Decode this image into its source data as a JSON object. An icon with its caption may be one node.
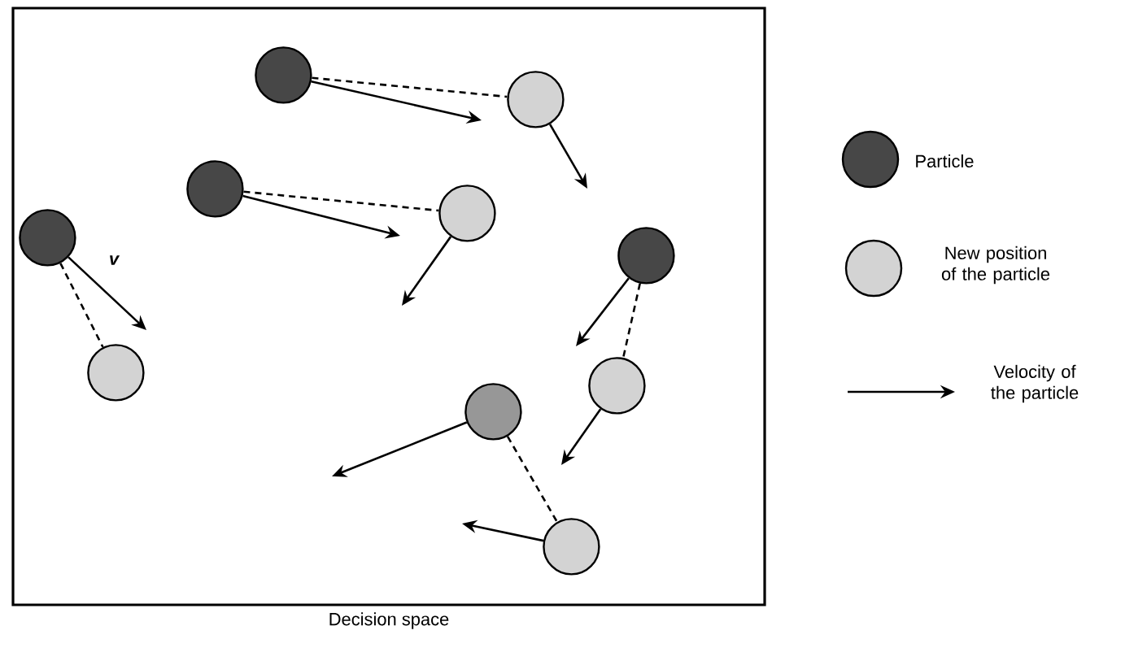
{
  "diagram": {
    "nodes": [
      {
        "text": [
          "Decision space"
        ]
      },
      {
        "text": [],
        "shape": "circle",
        "in": 0
      },
      {
        "text": [],
        "shape": "circle",
        "in": 0
      },
      {
        "text": [],
        "shape": "circle",
        "in": 0
      },
      {
        "text": [],
        "shape": "circle",
        "in": 0
      },
      {
        "text": [],
        "shape": "circle",
        "in": 0
      },
      {
        "text": [],
        "shape": "circle",
        "in": 0
      },
      {
        "text": [],
        "shape": "circle",
        "in": 0
      },
      {
        "text": [],
        "shape": "circle",
        "in": 0
      },
      {
        "text": [],
        "shape": "circle",
        "in": 0
      },
      {
        "text": [],
        "shape": "circle",
        "in": 0
      }
    ],
    "edges": [
      {
        "from": 1,
        "to": 2,
        "arrow": "none",
        "style": "dashed"
      },
      {
        "from": 1,
        "to": null,
        "arrow": "to"
      },
      {
        "from": 2,
        "to": null,
        "arrow": "to"
      },
      {
        "from": 3,
        "to": 4,
        "arrow": "none",
        "style": "dashed"
      },
      {
        "from": 3,
        "to": null,
        "arrow": "to"
      },
      {
        "from": 4,
        "to": null,
        "arrow": "to"
      },
      {
        "from": 5,
        "to": 7,
        "arrow": "none",
        "style": "dashed"
      },
      {
        "from": 5,
        "to": null,
        "arrow": "to",
        "label": "v"
      },
      {
        "from": 6,
        "to": 8,
        "arrow": "none",
        "style": "dashed"
      },
      {
        "from": 6,
        "to": null,
        "arrow": "to"
      },
      {
        "from": 8,
        "to": null,
        "arrow": "to"
      },
      {
        "from": 9,
        "to": 10,
        "arrow": "none",
        "style": "dashed"
      },
      {
        "from": 9,
        "to": null,
        "arrow": "to"
      },
      {
        "from": 10,
        "to": null,
        "arrow": "to"
      }
    ],
    "legend": [
      {
        "text": "Particle"
      },
      {
        "text": "New position of the particle"
      },
      {
        "text": "Velocity of the particle"
      }
    ]
  }
}
